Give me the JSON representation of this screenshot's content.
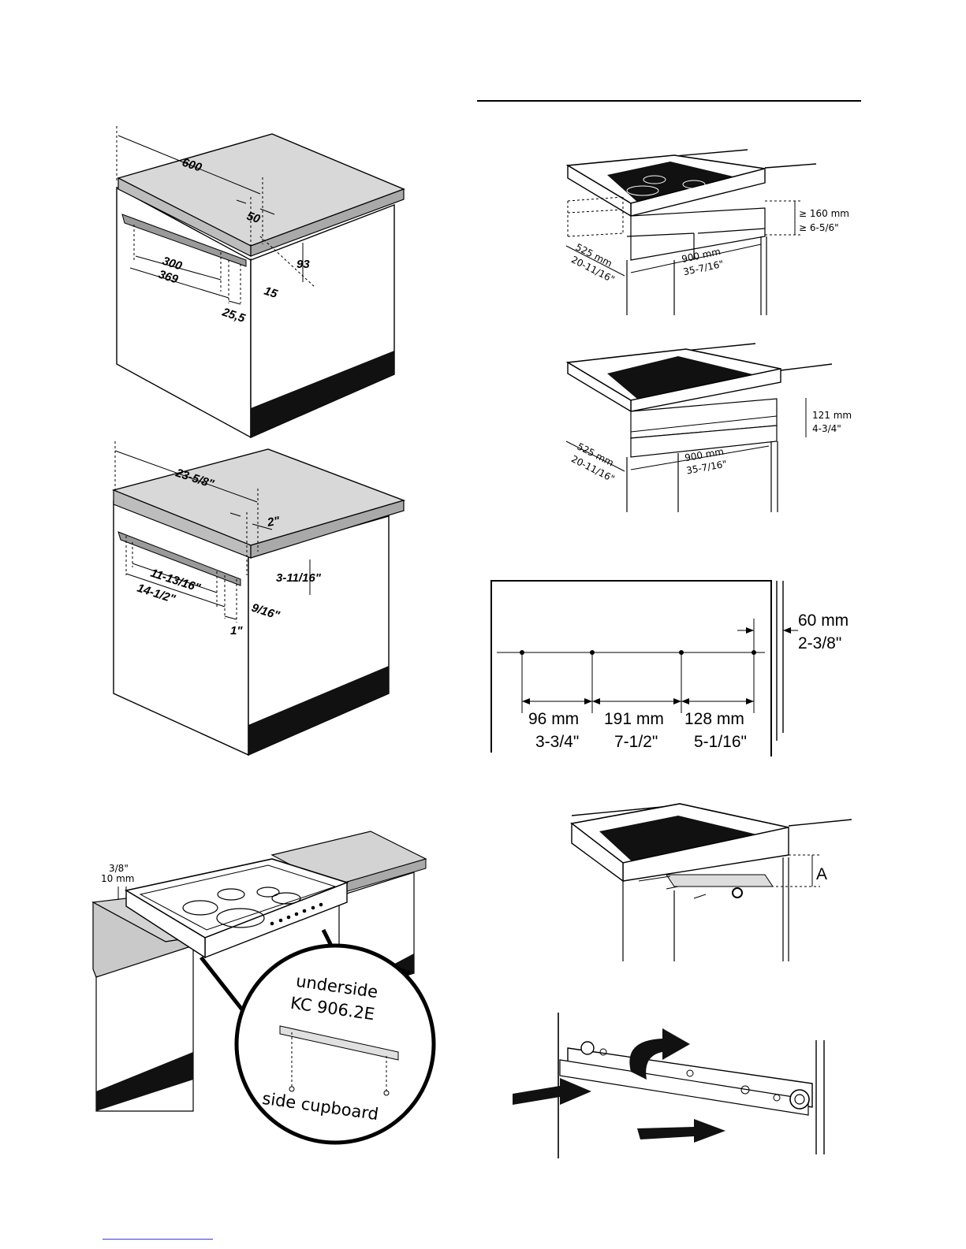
{
  "fig_top_left": {
    "width": "600",
    "depth": "50",
    "height": "93",
    "inner_a": "300",
    "inner_b": "369",
    "offset_a": "15",
    "offset_b": "25,5"
  },
  "fig_mid_left": {
    "width": "23-5/8\"",
    "depth": "2\"",
    "height": "3-11/16\"",
    "inner_a": "11-13/16\"",
    "inner_b": "14-1/2\"",
    "offset_a": "9/16\"",
    "offset_b": "1\""
  },
  "fig_bottom_left": {
    "gap_in": "3/8\"",
    "gap_mm": "10 mm",
    "callout_line1": "underside",
    "callout_line2": "KC 906.2E",
    "callout_line3": "side cupboard"
  },
  "fig_right_1": {
    "height_mm": "≥ 160 mm",
    "height_in": "≥ 6-5/6\"",
    "depth_mm": "525 mm",
    "depth_in": "20-11/16\"",
    "width_mm": "900 mm",
    "width_in": "35-7/16\""
  },
  "fig_right_2": {
    "height_mm": "121 mm",
    "height_in": "4-3/4\"",
    "depth_mm": "525 mm",
    "depth_in": "20-11/16\"",
    "width_mm": "900 mm",
    "width_in": "35-7/16\""
  },
  "fig_right_3": {
    "edge_mm": "60 mm",
    "edge_in": "2-3/8\"",
    "seg1_mm": "96 mm",
    "seg1_in": "3-3/4\"",
    "seg2_mm": "191 mm",
    "seg2_in": "7-1/2\"",
    "seg3_mm": "128 mm",
    "seg3_in": "5-1/16\""
  },
  "fig_right_4": {
    "label": "A"
  },
  "icons": [
    "hob-diagram-icon",
    "cabinet-diagram-icon",
    "rail-bracket-icon",
    "arrow-icon"
  ]
}
